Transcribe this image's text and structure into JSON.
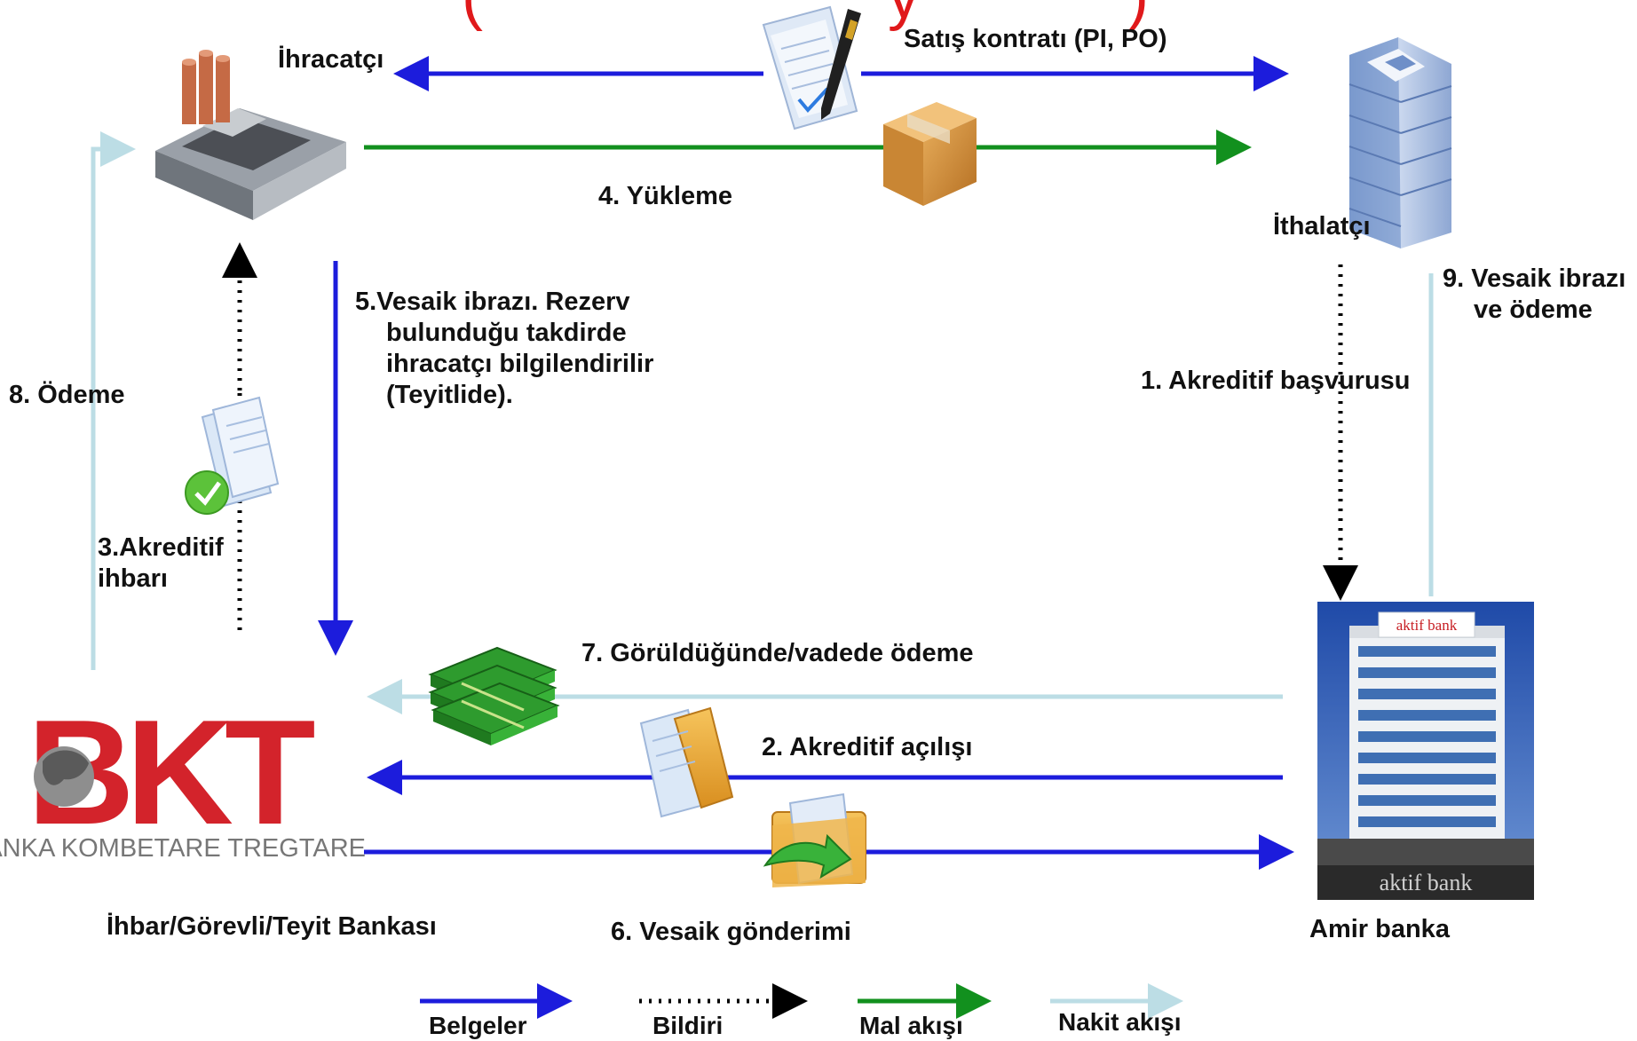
{
  "title_fragment": {
    "left": "(",
    "mid": "y",
    "right": ")"
  },
  "participants": {
    "exporter": "İhracatçı",
    "importer": "İthalatçı",
    "advising_bank": "İhbar/Görevli/Teyit Bankası",
    "issuing_bank": "Amir banka"
  },
  "bkt_logo": {
    "letters": "BKT",
    "caption": "BANKA KOMBETARE TREGTARE"
  },
  "bank_signs": {
    "top": "aktif bank",
    "bottom": "aktif bank"
  },
  "steps": {
    "contract": "Satış kontratı (PI, PO)",
    "s1": "1. Akreditif başvurusu",
    "s2": "2. Akreditif açılışı",
    "s3": [
      "3.Akreditif",
      "ihbarı"
    ],
    "s4": "4. Yükleme",
    "s5": [
      "5.Vesaik ibrazı. Rezerv",
      "bulunduğu takdirde",
      "ihracatçı bilgilendirilir",
      "(Teyitlide)."
    ],
    "s6": "6. Vesaik gönderimi",
    "s7": "7. Görüldüğünde/vadede ödeme",
    "s8": "8.  Ödeme",
    "s9": [
      "9.  Vesaik ibrazı",
      "ve ödeme"
    ]
  },
  "legend": {
    "documents": "Belgeler",
    "notice": "Bildiri",
    "goods": "Mal akışı",
    "cash": "Nakit akışı"
  },
  "colors": {
    "documents": "#1c1cdc",
    "notice": "#000000",
    "goods": "#12901e",
    "cash": "#bcdde5",
    "title_red": "#e0191b",
    "bkt_red": "#d3232b"
  }
}
